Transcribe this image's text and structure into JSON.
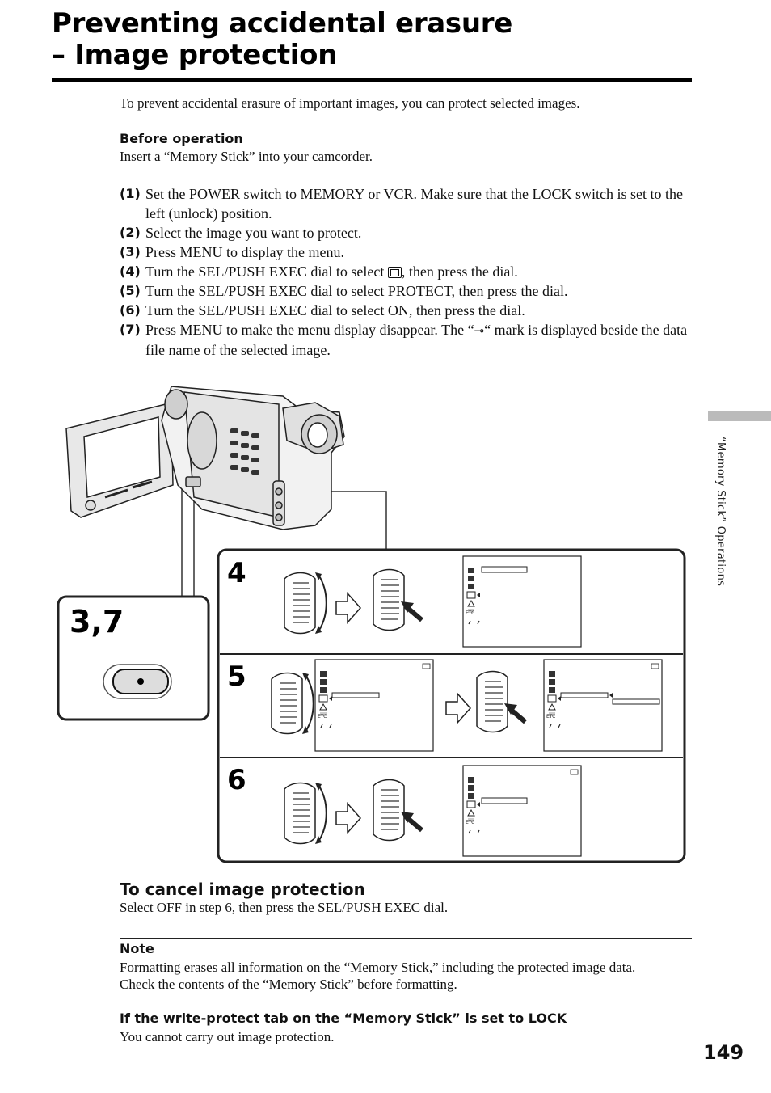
{
  "title": {
    "line1": "Preventing accidental erasure",
    "line2": "– Image protection"
  },
  "intro": "To prevent accidental erasure of important images, you can protect selected images.",
  "before_operation": {
    "heading": "Before operation",
    "text": "Insert a “Memory Stick” into your camcorder."
  },
  "steps": [
    {
      "num": "(1)",
      "text": "Set the POWER switch to MEMORY or VCR. Make sure that the LOCK switch is set to the left (unlock) position."
    },
    {
      "num": "(2)",
      "text": "Select the image you want to protect."
    },
    {
      "num": "(3)",
      "text": "Press MENU to display the menu."
    },
    {
      "num": "(4)",
      "text_before": "Turn the SEL/PUSH EXEC dial to select ",
      "text_after": ", then press the dial."
    },
    {
      "num": "(5)",
      "text": "Turn the SEL/PUSH EXEC dial to select PROTECT, then press the dial."
    },
    {
      "num": "(6)",
      "text": "Turn the SEL/PUSH EXEC dial to select ON, then press the dial."
    },
    {
      "num": "(7)",
      "text_before": "Press MENU to make the menu display disappear. The “",
      "text_after": "“ mark is displayed beside the data file name of the selected image."
    }
  ],
  "icons": {
    "memory_set_icon": "memory-settings-icon",
    "protect_mark_icon": "key-icon",
    "protect_mark_glyph": "⊸"
  },
  "side_tab": "“Memory Stick” Operations",
  "figure": {
    "label_37": "3,7",
    "label_4": "4",
    "label_5": "5",
    "label_6": "6",
    "menu_etc": "ETC"
  },
  "cancel": {
    "heading": "To cancel image protection",
    "text": "Select OFF in step 6, then press the SEL/PUSH EXEC dial."
  },
  "note": {
    "heading": "Note",
    "text": "Formatting erases all information on the “Memory Stick,” including the protected image data. Check the contents of the “Memory Stick” before formatting."
  },
  "write_protect": {
    "heading": "If the write-protect tab on the “Memory Stick” is set to LOCK",
    "text": "You cannot carry out image protection."
  },
  "page_number": "149"
}
